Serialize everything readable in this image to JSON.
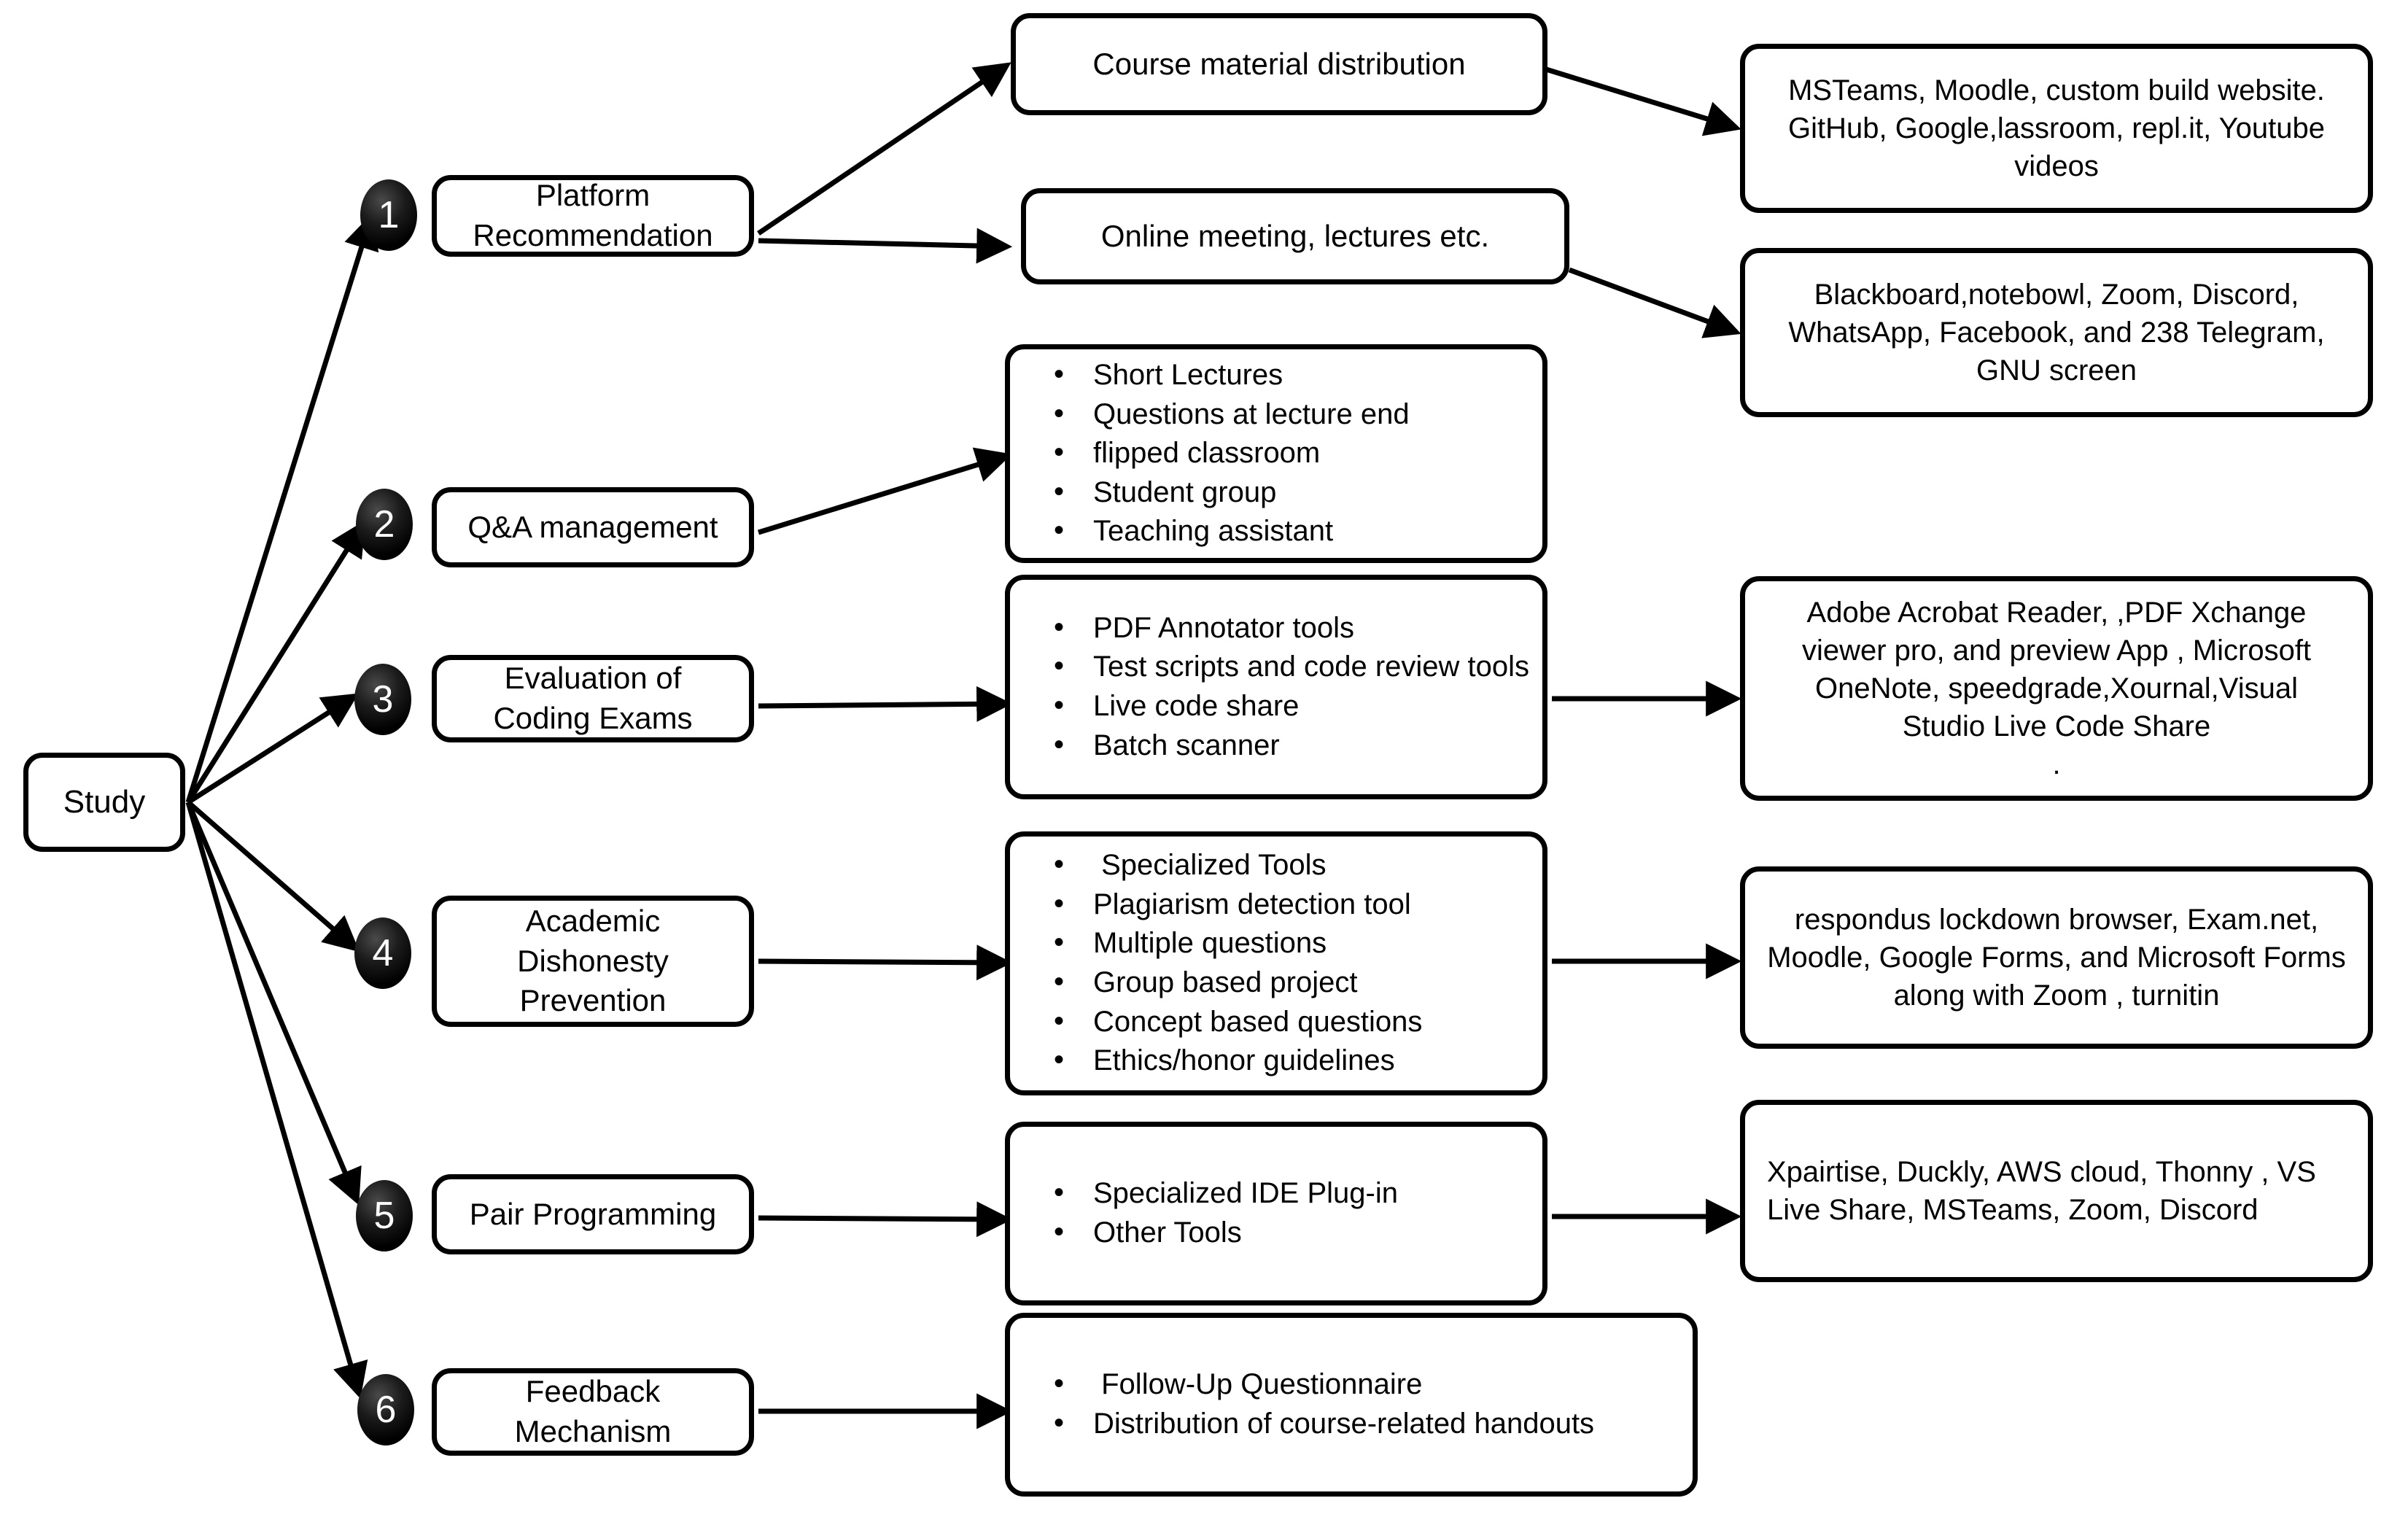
{
  "diagram": {
    "type": "flowchart",
    "root": {
      "label": "Study"
    },
    "branches": [
      {
        "number": "1",
        "label": "Platform\nRecommendation",
        "children": [
          {
            "label": "Course material distribution",
            "tools": "MSTeams, Moodle, custom build website. GitHub, Google,lassroom, repl.it, Youtube videos"
          },
          {
            "label": "Online meeting, lectures etc.",
            "tools": "Blackboard,notebowl, Zoom, Discord, WhatsApp, Facebook, and 238 Telegram, GNU screen"
          }
        ]
      },
      {
        "number": "2",
        "label": "Q&A management",
        "bullets": [
          "Short Lectures",
          "Questions at lecture end",
          "flipped classroom",
          "Student group",
          "Teaching assistant"
        ],
        "tools": null
      },
      {
        "number": "3",
        "label": "Evaluation of\nCoding Exams",
        "bullets": [
          "PDF Annotator tools",
          "Test scripts and code review tools",
          "Live code share",
          "Batch scanner"
        ],
        "tools": "Adobe Acrobat Reader, ,PDF Xchange viewer pro, and preview App , Microsoft OneNote, speedgrade,Xournal,Visual Studio Live Code Share\n."
      },
      {
        "number": "4",
        "label": "Academic\nDishonesty\nPrevention",
        "bullets": [
          " Specialized Tools",
          "Plagiarism detection tool",
          "Multiple questions",
          "Group based project",
          "Concept based questions",
          "Ethics/honor guidelines"
        ],
        "tools": "respondus lockdown browser, Exam.net, Moodle, Google Forms, and Microsoft Forms along with Zoom , turnitin"
      },
      {
        "number": "5",
        "label": "Pair Programming",
        "bullets": [
          "Specialized IDE Plug-in",
          "Other Tools"
        ],
        "tools": "Xpairtise, Duckly, AWS cloud, Thonny , VS Live Share, MSTeams, Zoom, Discord"
      },
      {
        "number": "6",
        "label": "Feedback\nMechanism",
        "bullets": [
          " Follow-Up Questionnaire",
          "Distribution of course-related handouts"
        ],
        "tools": null
      }
    ],
    "colors": {
      "stroke": "#000000",
      "fill": "#ffffff",
      "badge": "#000000",
      "badge_text": "#ffffff"
    }
  }
}
